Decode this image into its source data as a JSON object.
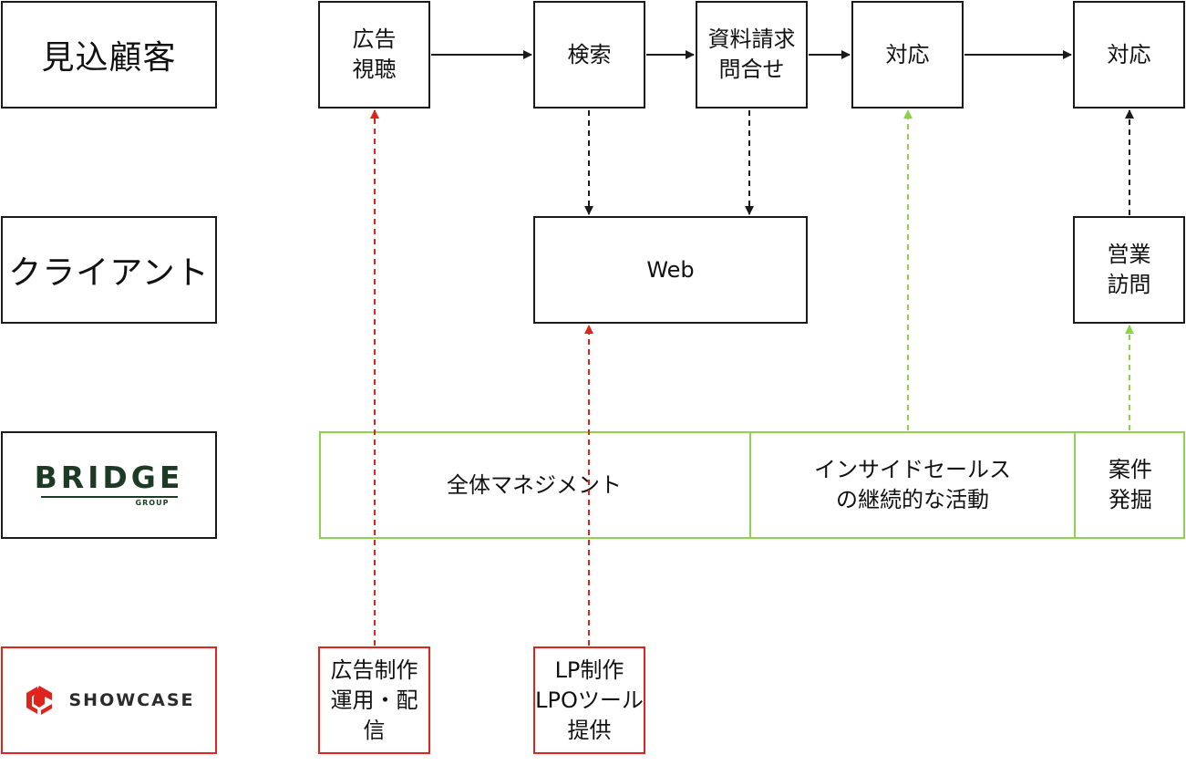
{
  "lanes": {
    "prospect": "見込顧客",
    "client": "クライアント",
    "bridge": {
      "word": "BRIDGE",
      "sub": "GROUP"
    },
    "showcase": {
      "word": "SHOWCASE"
    }
  },
  "row1": {
    "ad_view": "広告\n視聴",
    "search": "検索",
    "request": "資料請求\n問合せ",
    "respond1": "対応",
    "respond2": "対応"
  },
  "row2": {
    "web": "Web",
    "sales_visit": "営業\n訪問"
  },
  "row3": {
    "management": "全体マネジメント",
    "inside_sales": "インサイドセールス\nの継続的な活動",
    "deal": "案件\n発掘"
  },
  "row4": {
    "ad_production": "広告制作\n運用・配信",
    "lp_production": "LP制作\nLPOツール\n提供"
  },
  "colors": {
    "black": "#1a1a1a",
    "red": "#e0241b",
    "green": "#8fd14f",
    "bridge_green": "#1c3a24"
  }
}
